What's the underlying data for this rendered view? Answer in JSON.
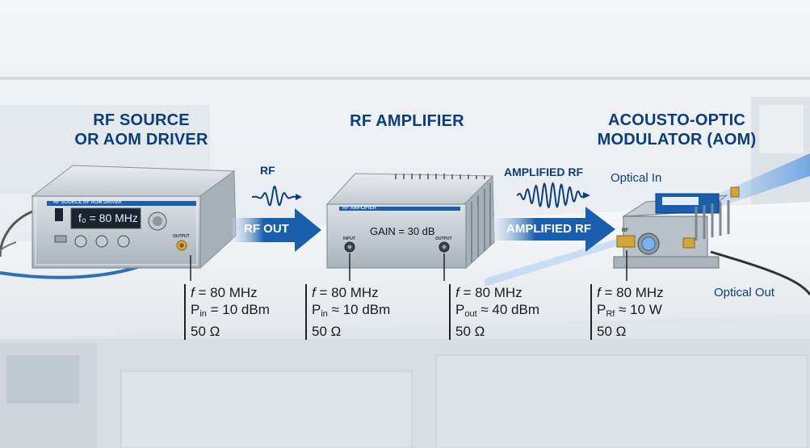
{
  "titles": {
    "source": "RF SOURCE\nOR AOM DRIVER",
    "amplifier": "RF AMPLIFIER",
    "aom": "ACOUSTO-OPTIC\nMODULATOR (AOM)"
  },
  "arrows": {
    "rf_out": "RF OUT",
    "amplified_rf": "AMPLIFIED RF"
  },
  "signals": {
    "rf": "RF",
    "amplified_rf": "AMPLIFIED RF"
  },
  "devices": {
    "source_panel": "RF SOURCE RF AOM DRIVER",
    "source_display": "f₀ = 80 MHz",
    "source_output": "OUTPUT",
    "amp_panel": "RF AMPLIFIER",
    "amp_gain": "GAIN = 30 dB",
    "amp_input": "INPUT",
    "amp_output": "OUTPUT",
    "aom_port": "RF"
  },
  "optical": {
    "in": "Optical In",
    "out": "Optical Out"
  },
  "specs": {
    "source": [
      {
        "sym": "f",
        "sub": "",
        "rel": " = ",
        "val": "80 MHz"
      },
      {
        "sym": "P",
        "sub": "in",
        "rel": " = ",
        "val": "10 dBm"
      },
      {
        "sym": "",
        "sub": "",
        "rel": "",
        "val": "50 Ω"
      }
    ],
    "amp_in": [
      {
        "sym": "f",
        "sub": "",
        "rel": " = ",
        "val": "80 MHz"
      },
      {
        "sym": "P",
        "sub": "in",
        "rel": " ≈ ",
        "val": "10 dBm"
      },
      {
        "sym": "",
        "sub": "",
        "rel": "",
        "val": "50 Ω"
      }
    ],
    "amp_out": [
      {
        "sym": "f",
        "sub": "",
        "rel": " = ",
        "val": "80 MHz"
      },
      {
        "sym": "P",
        "sub": "out",
        "rel": " ≈ ",
        "val": "40 dBm"
      },
      {
        "sym": "",
        "sub": "",
        "rel": "",
        "val": "50 Ω"
      }
    ],
    "aom": [
      {
        "sym": "f",
        "sub": "",
        "rel": " = ",
        "val": "80 MHz"
      },
      {
        "sym": "P",
        "sub": "Rf",
        "rel": " ≈ ",
        "val": "10 W"
      },
      {
        "sym": "",
        "sub": "",
        "rel": "",
        "val": "50 Ω"
      }
    ]
  },
  "colors": {
    "accent": "#1a5fae",
    "title": "#0d3d78",
    "cable": "#2f6fb3",
    "laser": "#6aa8ee"
  }
}
